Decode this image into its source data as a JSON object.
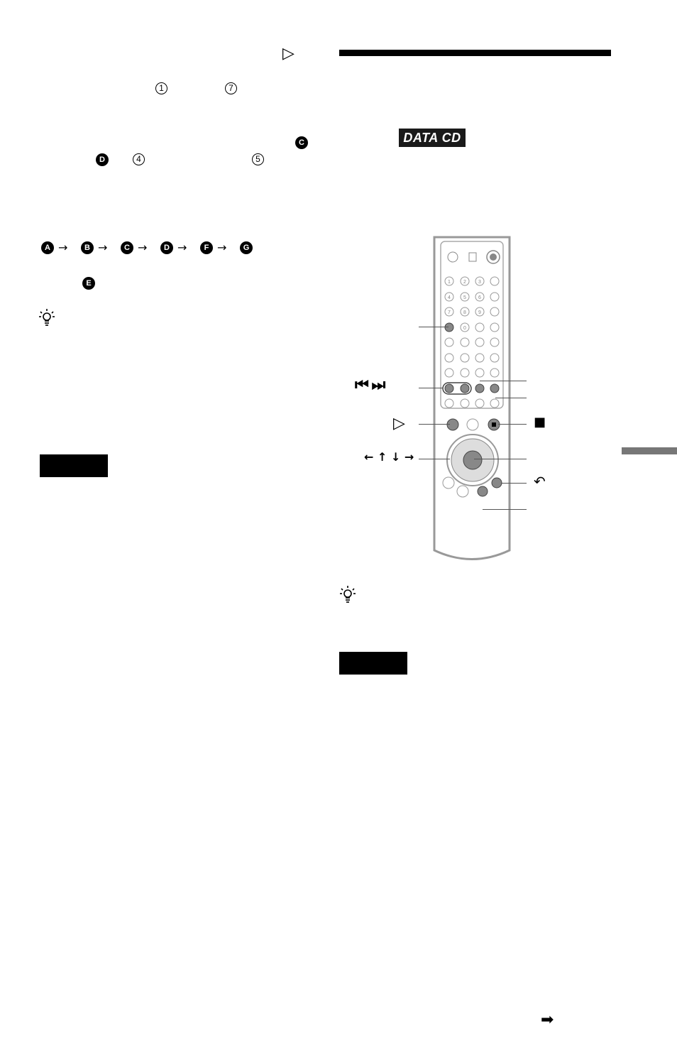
{
  "left_column": {
    "play_symbol": "▷",
    "step_refs": [
      "1",
      "7"
    ],
    "item_refs_row1": [
      "C"
    ],
    "item_refs_row2": [
      "D",
      "4",
      "5"
    ],
    "sequence": [
      "A",
      "B",
      "C",
      "D",
      "F",
      "G"
    ],
    "sequence_arrow": "→",
    "skipped_item": "E"
  },
  "right_column": {
    "data_cd_badge": "DATA CD",
    "callouts": {
      "prev_next": "⏮ ⏭",
      "play": "▷",
      "stop": "■",
      "arrows": "← ↑ ↓ →",
      "return": "↶"
    }
  },
  "remote": {
    "number_keys": [
      "1",
      "2",
      "3",
      "4",
      "5",
      "6",
      "7",
      "8",
      "9",
      "0"
    ]
  },
  "footer": {
    "continue_arrow": "➡"
  }
}
